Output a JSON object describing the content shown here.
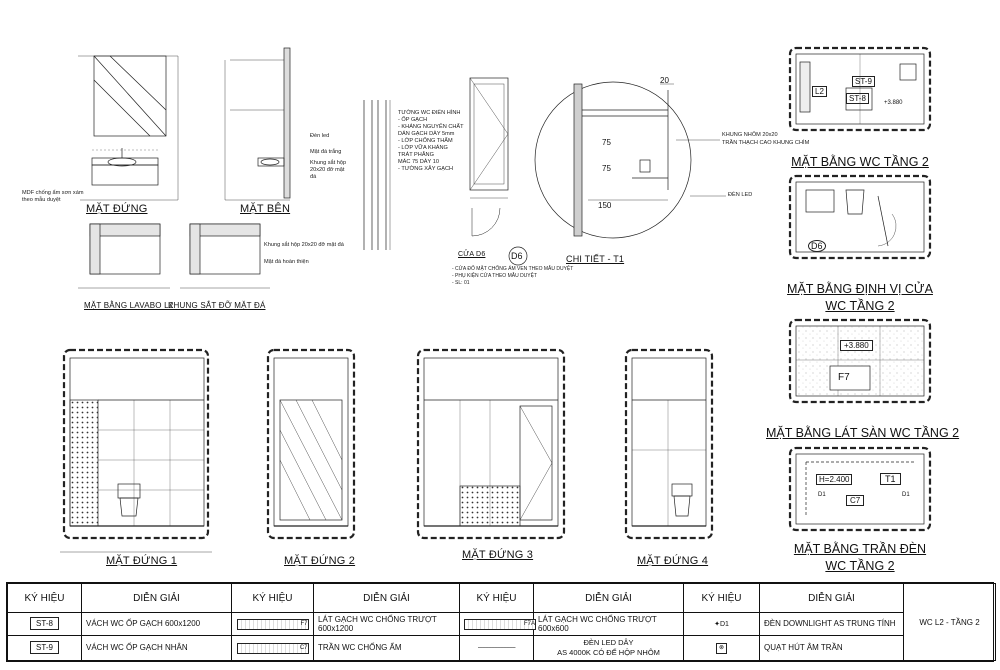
{
  "top_views": {
    "elev_front_title": "MẶT ĐỨNG",
    "elev_side_title": "MẶT BÊN",
    "plan_lavabo_title": "MẶT BẰNG LAVABO L2",
    "frame_title": "KHUNG SẮT ĐỠ MẶT ĐÁ",
    "note_mdf": "MDF chống ẩm sơn xám theo mẫu duyệt",
    "side_notes": [
      "Đèn led",
      "Mặt đá trắng",
      "Khung sắt hộp 20x20 đỡ mặt đá"
    ],
    "frame_notes": [
      "Khung sắt hộp 20x20 đỡ mặt đá",
      "Mặt đá hoàn thiện"
    ],
    "wall_notes": [
      "TƯỜNG WC ĐIỂN HÌNH",
      "- ỐP GẠCH",
      "- KHÁNG NGUYÊN CHẤT",
      "DÁN GẠCH DÀY 5mm",
      "- LỚP CHỐNG THẤM",
      "- LỚP VỮA KHÁNG",
      "TRÁT PHẲNG",
      "MÁC 75 DÀY 10",
      "- TƯỜNG XÂY GẠCH"
    ],
    "door_title": "CỬA D6",
    "door_tag": "D6",
    "door_notes": [
      "- CỬA ĐỐ MẶT CHỐNG ẨM VEN THEO MẪU DUYỆT",
      "- PHỤ KIỆN CỬA THEO MẪU DUYỆT",
      "- SL: 01"
    ],
    "detail_title": "CHI TIẾT - T1",
    "detail_notes": [
      "KHUNG NHÔM 20x20",
      "TRẦN THẠCH CAO KHUNG CHÌM"
    ],
    "detail_led": "ĐÈN LED",
    "detail_dims": [
      "20",
      "75",
      "75",
      "150"
    ]
  },
  "plans": {
    "plan1_title": "MẶT BẰNG WC TẦNG 2",
    "plan1_tags": [
      "L2",
      "ST-9",
      "ST-8",
      "+3.880"
    ],
    "plan2_title_1": "MẶT BẰNG ĐỊNH VỊ CỬA",
    "plan2_title_2": "WC TẦNG 2",
    "plan2_tag": "D6",
    "plan3_title": "MẶT BẰNG LÁT SÀN WC TẦNG 2",
    "plan3_tags": [
      "+3.880",
      "F7"
    ],
    "plan4_title_1": "MẶT BẰNG TRẦN ĐÈN",
    "plan4_title_2": "WC TẦNG 2",
    "plan4_tags": [
      "H=2.400",
      "T1",
      "C7",
      "D1",
      "D1"
    ]
  },
  "elevations": {
    "e1": "MẶT ĐỨNG 1",
    "e2": "MẶT ĐỨNG 2",
    "e3": "MẶT ĐỨNG 3",
    "e4": "MẶT ĐỨNG 4"
  },
  "legend": {
    "header_symbol": "KÝ HIỆU",
    "header_desc": "DIỄN GIẢI",
    "rows": [
      {
        "s1": "ST-8",
        "d1": "VÁCH WC ỐP GẠCH 600x1200",
        "s2": "F7",
        "d2": "LÁT GẠCH WC CHỐNG TRƯỢT 600x1200",
        "s3": "F7A",
        "d3": "LÁT GẠCH WC CHỐNG TRƯỢT 600x600",
        "s4": "D1",
        "d4": "ĐÈN DOWNLIGHT AS TRUNG TÍNH"
      },
      {
        "s1": "ST-9",
        "d1": "VÁCH WC ỐP GẠCH NHÂN",
        "s2": "C7",
        "d2": "TRẦN WC CHỐNG ẨM",
        "s3": "-------------------------",
        "d3a": "ĐÈN LED DÂY",
        "d3b": "AS 4000K CÓ ĐẾ HỘP NHÔM",
        "s4": "",
        "d4": "QUẠT HÚT ÂM TRẦN"
      }
    ],
    "sheet_title": "WC L2 - TẦNG 2"
  }
}
